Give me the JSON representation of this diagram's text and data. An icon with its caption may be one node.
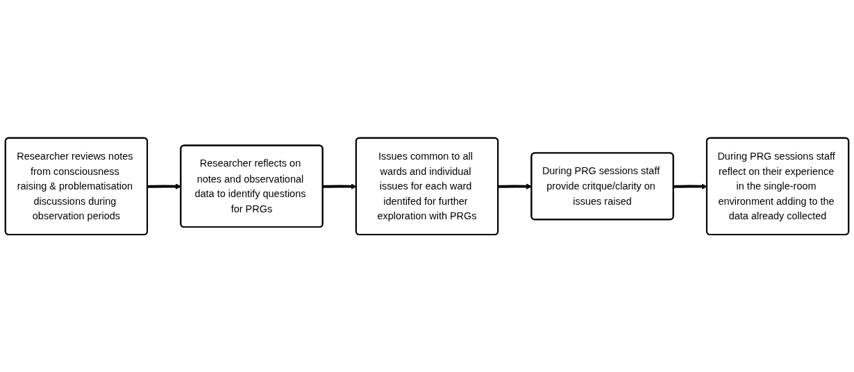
{
  "diagram": {
    "nodes": [
      {
        "text": [
          "Researcher reviews notes from consciousness raising & problematisation discussions during observation periods"
        ]
      },
      {
        "text": [
          "Researcher reflects on notes and observational data to identify questions for PRGs"
        ]
      },
      {
        "text": [
          "Issues common to all wards and individual issues for each ward identifed for further exploration with PRGs"
        ]
      },
      {
        "text": [
          "During PRG sessions staff provide critque/clarity on issues raised"
        ]
      },
      {
        "text": [
          "During PRG sessions staff reflect on their experience in the single-room environment adding to the data already collected"
        ]
      }
    ],
    "edges": [
      {
        "from": 0,
        "to": 1,
        "arrow": "to"
      },
      {
        "from": 1,
        "to": 2,
        "arrow": "to"
      },
      {
        "from": 2,
        "to": 3,
        "arrow": "to"
      },
      {
        "from": 3,
        "to": 4,
        "arrow": "to"
      }
    ]
  }
}
